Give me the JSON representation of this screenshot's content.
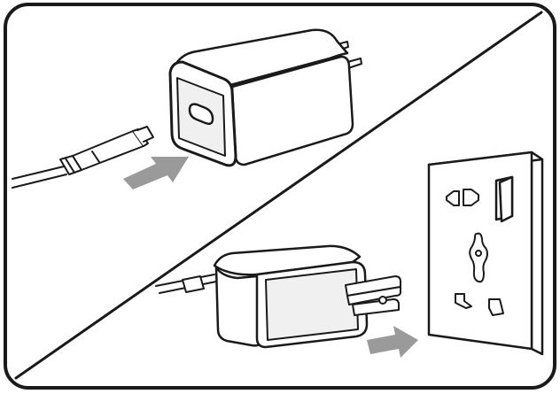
{
  "figure": {
    "panels": [
      {
        "id": "top",
        "step": "plug-cable-into-charger"
      },
      {
        "id": "bottom",
        "step": "plug-charger-into-wall-outlet"
      }
    ],
    "icons": [
      "usb-c-cable-icon",
      "charger-icon",
      "arrow-icon",
      "wall-outlet-icon",
      "power-switch-icon"
    ],
    "colors": {
      "background": "#ffffff",
      "stroke": "#1a1a1a",
      "arrow_fill": "#9a9a9a",
      "face_shade": "#f0f0f0"
    }
  }
}
